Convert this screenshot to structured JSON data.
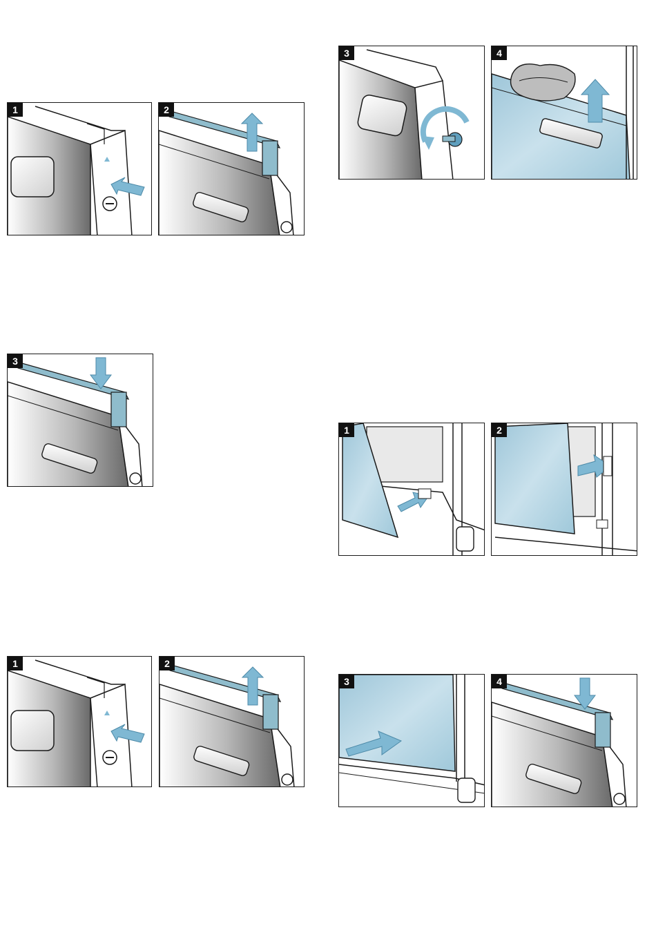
{
  "colors": {
    "frame": "#1a1a1a",
    "glass": "#a9cfe0",
    "glass_light": "#cfe4ee",
    "arrow": "#7fb8d3",
    "rail": "#8fbccc",
    "door_dark": "#6f6f6f",
    "door_light": "#ffffff"
  },
  "panels": [
    {
      "id": "a1",
      "type": "frame-press",
      "label": "1",
      "icon": "press-clip-icon"
    },
    {
      "id": "a2",
      "type": "rail-up",
      "label": "2",
      "icon": "lift-rail-icon"
    },
    {
      "id": "b3",
      "type": "rail-down",
      "label": "3",
      "icon": "lower-rail-icon"
    },
    {
      "id": "c1",
      "type": "frame-press",
      "label": "1",
      "icon": "press-clip-icon"
    },
    {
      "id": "c2",
      "type": "rail-up",
      "label": "2",
      "icon": "lift-rail-icon"
    },
    {
      "id": "d3",
      "type": "screw",
      "label": "3",
      "icon": "screw-turn-icon"
    },
    {
      "id": "d4",
      "type": "cloth",
      "label": "4",
      "icon": "cleaning-cloth-icon"
    },
    {
      "id": "e1",
      "type": "glass-insert",
      "label": "1",
      "icon": "insert-glass-icon"
    },
    {
      "id": "e2",
      "type": "glass-slide",
      "label": "2",
      "icon": "slide-glass-icon"
    },
    {
      "id": "f3",
      "type": "glass-push",
      "label": "3",
      "icon": "push-glass-icon"
    },
    {
      "id": "f4",
      "type": "rail-down",
      "label": "4",
      "icon": "lower-rail-icon"
    }
  ]
}
